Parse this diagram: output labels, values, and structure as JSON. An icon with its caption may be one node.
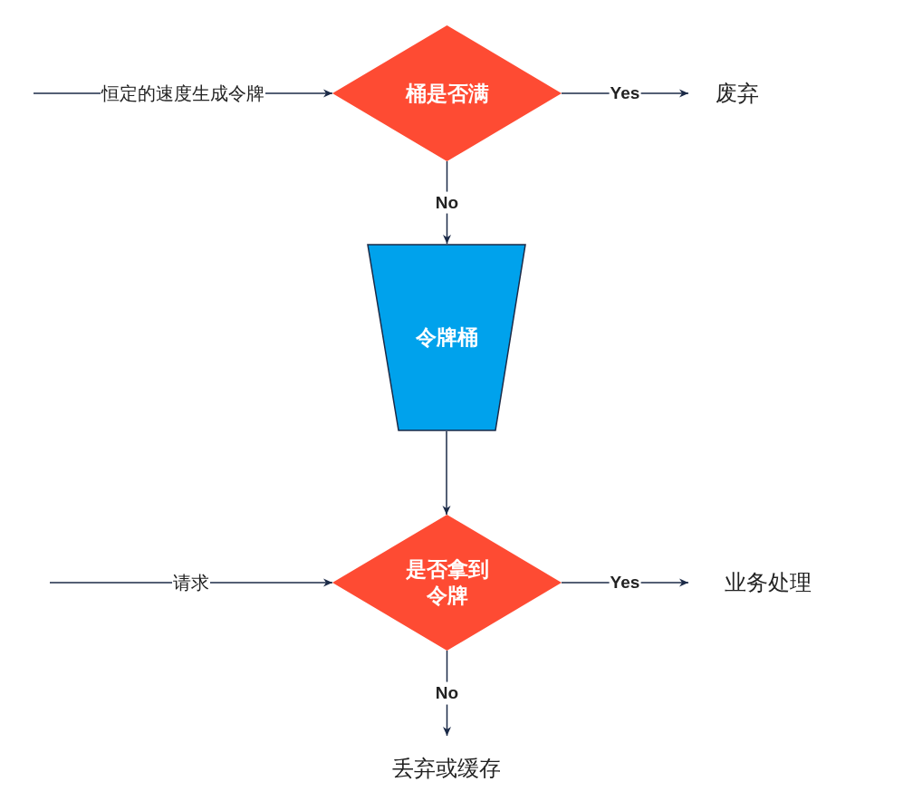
{
  "diagram": {
    "nodes": [
      {
        "text": [
          "桶是否满"
        ]
      },
      {
        "text": [
          "废弃"
        ]
      },
      {
        "text": [
          "令牌桶"
        ]
      },
      {
        "text": [
          "是否拿到令牌"
        ]
      },
      {
        "text": [
          "业务处理"
        ]
      },
      {
        "text": [
          "丢弃或缓存"
        ]
      }
    ],
    "edges": [
      {
        "from": null,
        "to": 0,
        "arrow": "to",
        "label": "恒定的速度生成令牌"
      },
      {
        "from": 0,
        "to": 1,
        "arrow": "to",
        "label": "Yes"
      },
      {
        "from": 0,
        "to": 2,
        "arrow": "to",
        "label": "No"
      },
      {
        "from": 2,
        "to": 3,
        "arrow": "to"
      },
      {
        "from": null,
        "to": 3,
        "arrow": "to",
        "label": "请求"
      },
      {
        "from": 3,
        "to": 4,
        "arrow": "to",
        "label": "Yes"
      },
      {
        "from": 3,
        "to": 5,
        "arrow": "to",
        "label": "No"
      }
    ]
  }
}
